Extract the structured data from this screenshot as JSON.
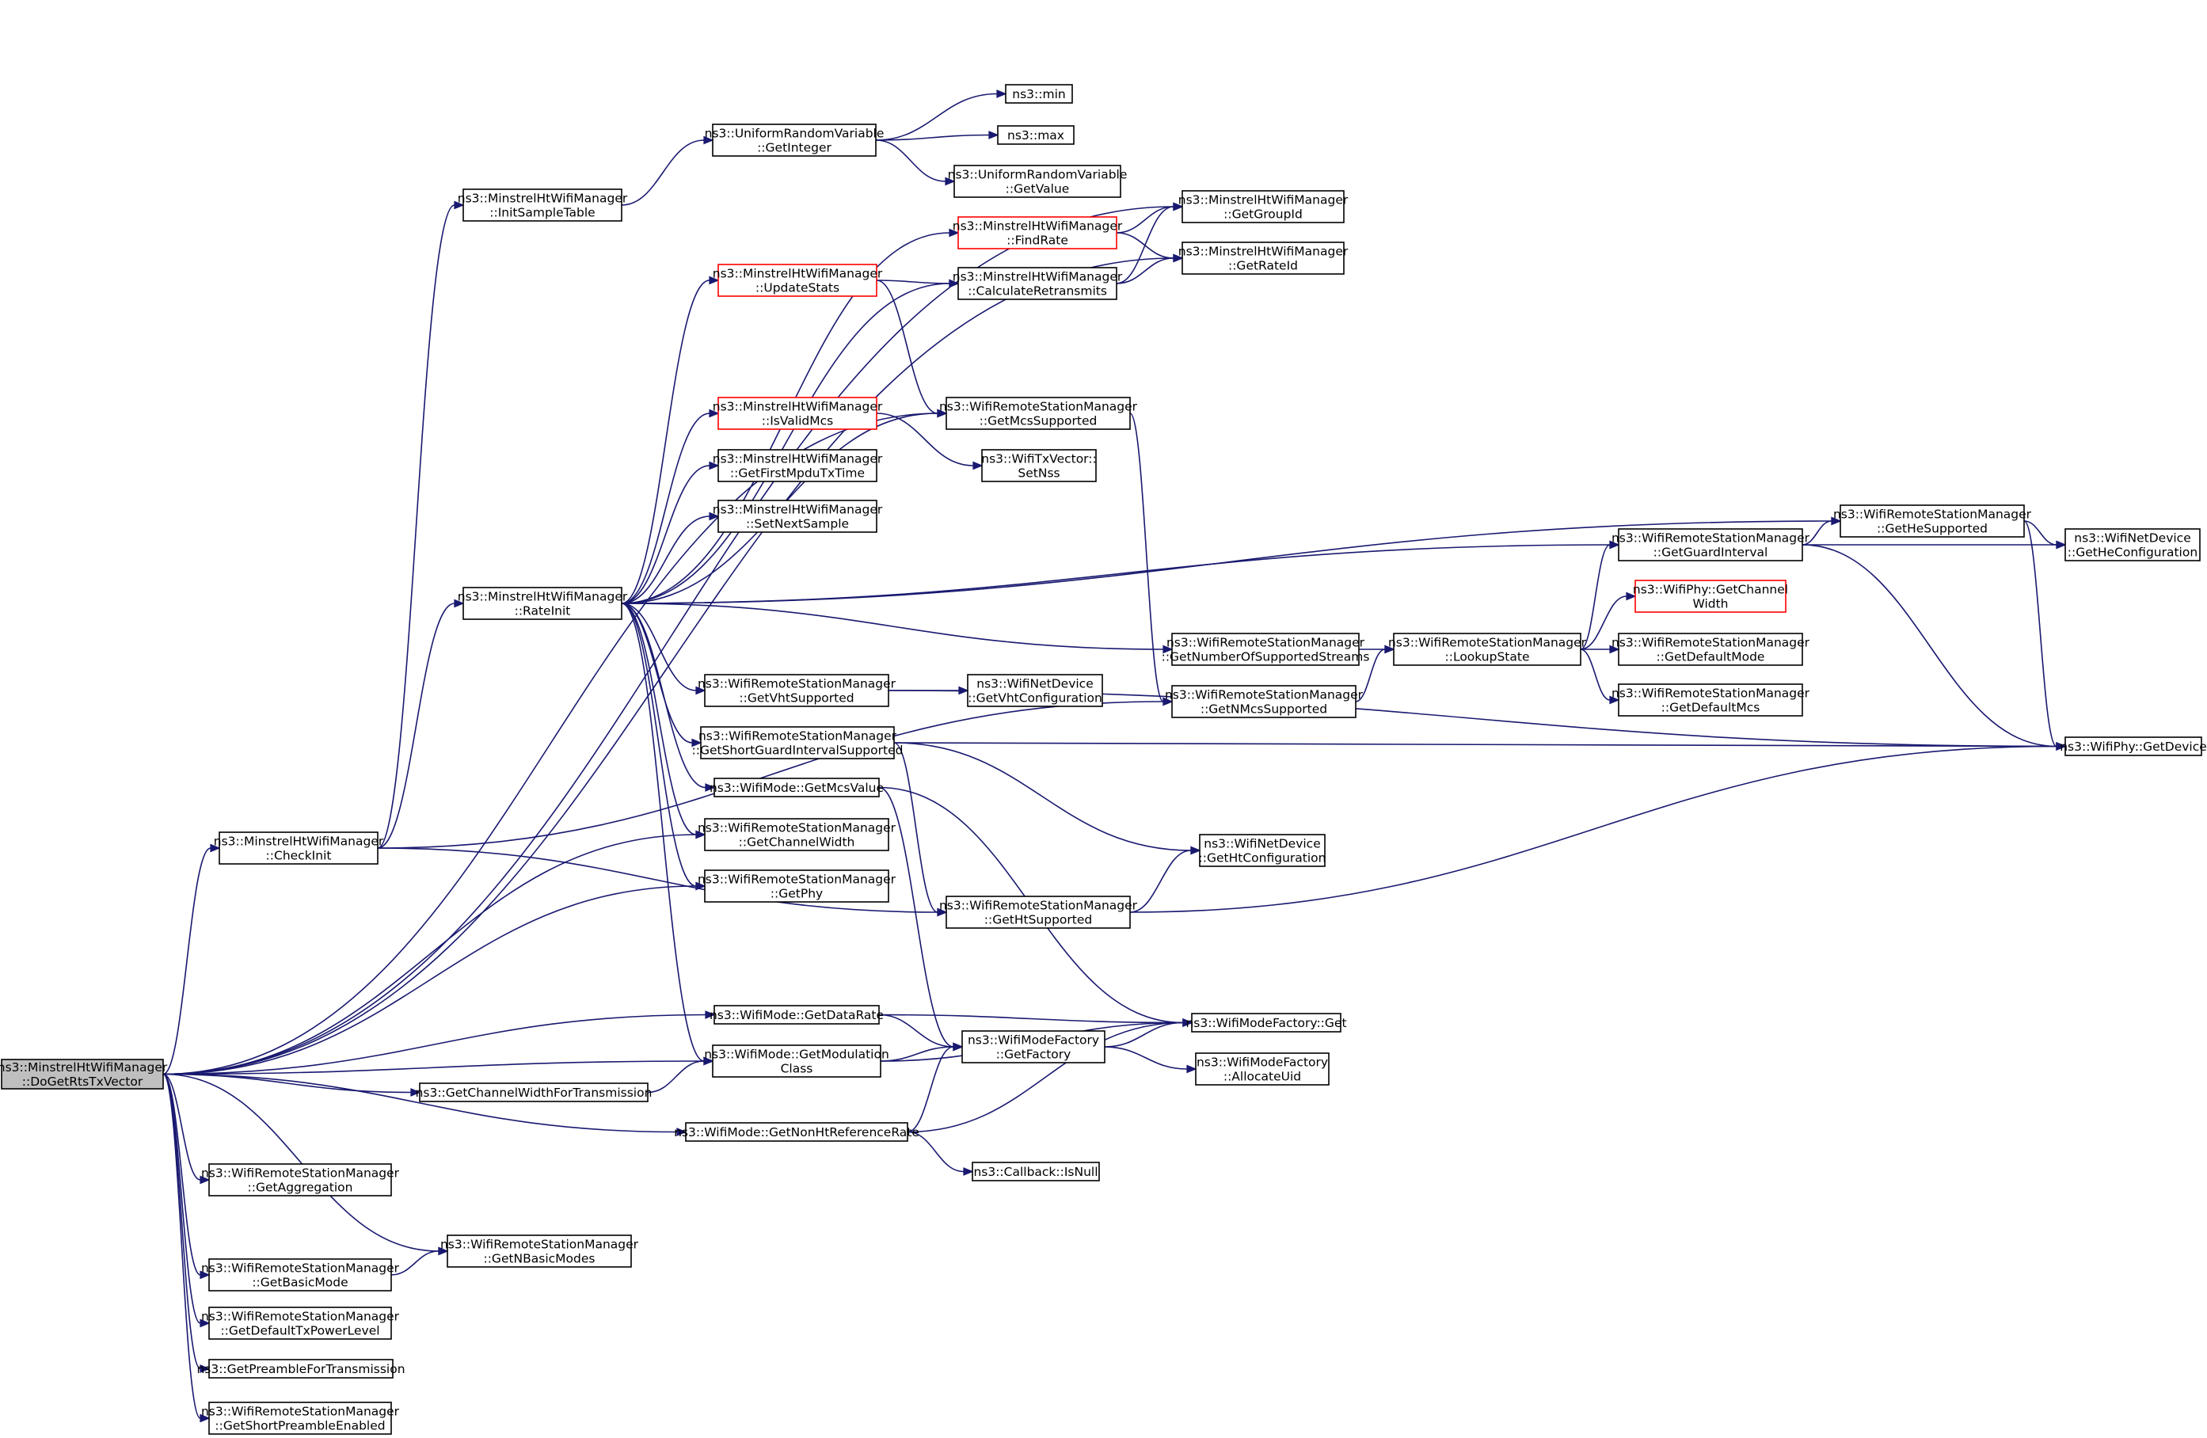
{
  "graph": {
    "root": "root",
    "nodes": [
      {
        "id": "root",
        "lines": [
          "ns3::MinstrelHtWifiManager",
          "::DoGetRtsTxVector"
        ],
        "color": "gray"
      },
      {
        "id": "initSample",
        "lines": [
          "ns3::MinstrelHtWifiManager",
          "::InitSampleTable"
        ],
        "color": "black"
      },
      {
        "id": "rateInit",
        "lines": [
          "ns3::MinstrelHtWifiManager",
          "::RateInit"
        ],
        "color": "black"
      },
      {
        "id": "checkInit",
        "lines": [
          "ns3::MinstrelHtWifiManager",
          "::CheckInit"
        ],
        "color": "black"
      },
      {
        "id": "getAggregation",
        "lines": [
          "ns3::WifiRemoteStationManager",
          "::GetAggregation"
        ],
        "color": "black"
      },
      {
        "id": "getBasicMode",
        "lines": [
          "ns3::WifiRemoteStationManager",
          "::GetBasicMode"
        ],
        "color": "black"
      },
      {
        "id": "getDefaultTxPower",
        "lines": [
          "ns3::WifiRemoteStationManager",
          "::GetDefaultTxPowerLevel"
        ],
        "color": "black"
      },
      {
        "id": "getPreamble",
        "lines": [
          "ns3::GetPreambleForTransmission"
        ],
        "color": "black"
      },
      {
        "id": "getShortPreamble",
        "lines": [
          "ns3::WifiRemoteStationManager",
          "::GetShortPreambleEnabled"
        ],
        "color": "black"
      },
      {
        "id": "getNBasicModes",
        "lines": [
          "ns3::WifiRemoteStationManager",
          "::GetNBasicModes"
        ],
        "color": "black"
      },
      {
        "id": "getChanWidthTx",
        "lines": [
          "ns3::GetChannelWidthForTransmission"
        ],
        "color": "black"
      },
      {
        "id": "uniformGetInteger",
        "lines": [
          "ns3::UniformRandomVariable",
          "::GetInteger"
        ],
        "color": "black"
      },
      {
        "id": "updateStats",
        "lines": [
          "ns3::MinstrelHtWifiManager",
          "::UpdateStats"
        ],
        "color": "red"
      },
      {
        "id": "isValidMcs",
        "lines": [
          "ns3::MinstrelHtWifiManager",
          "::IsValidMcs"
        ],
        "color": "red"
      },
      {
        "id": "getFirstMpdu",
        "lines": [
          "ns3::MinstrelHtWifiManager",
          "::GetFirstMpduTxTime"
        ],
        "color": "black"
      },
      {
        "id": "setNextSample",
        "lines": [
          "ns3::MinstrelHtWifiManager",
          "::SetNextSample"
        ],
        "color": "black"
      },
      {
        "id": "getVhtSupported",
        "lines": [
          "ns3::WifiRemoteStationManager",
          "::GetVhtSupported"
        ],
        "color": "black"
      },
      {
        "id": "getShortGI",
        "lines": [
          "ns3::WifiRemoteStationManager",
          "::GetShortGuardIntervalSupported"
        ],
        "color": "black"
      },
      {
        "id": "getMcsValue",
        "lines": [
          "ns3::WifiMode::GetMcsValue"
        ],
        "color": "black"
      },
      {
        "id": "getChannelWidth",
        "lines": [
          "ns3::WifiRemoteStationManager",
          "::GetChannelWidth"
        ],
        "color": "black"
      },
      {
        "id": "getPhy",
        "lines": [
          "ns3::WifiRemoteStationManager",
          "::GetPhy"
        ],
        "color": "black"
      },
      {
        "id": "getDataRate",
        "lines": [
          "ns3::WifiMode::GetDataRate"
        ],
        "color": "black"
      },
      {
        "id": "getModClass",
        "lines": [
          "ns3::WifiMode::GetModulation",
          "Class"
        ],
        "color": "black"
      },
      {
        "id": "getNonHtRate",
        "lines": [
          "ns3::WifiMode::GetNonHtReferenceRate"
        ],
        "color": "black"
      },
      {
        "id": "nsMin",
        "lines": [
          "ns3::min"
        ],
        "color": "black"
      },
      {
        "id": "nsMax",
        "lines": [
          "ns3::max"
        ],
        "color": "black"
      },
      {
        "id": "uniformGetValue",
        "lines": [
          "ns3::UniformRandomVariable",
          "::GetValue"
        ],
        "color": "black"
      },
      {
        "id": "findRate",
        "lines": [
          "ns3::MinstrelHtWifiManager",
          "::FindRate"
        ],
        "color": "red"
      },
      {
        "id": "calcRetransmits",
        "lines": [
          "ns3::MinstrelHtWifiManager",
          "::CalculateRetransmits"
        ],
        "color": "black"
      },
      {
        "id": "getMcsSupported",
        "lines": [
          "ns3::WifiRemoteStationManager",
          "::GetMcsSupported"
        ],
        "color": "black"
      },
      {
        "id": "setNss",
        "lines": [
          "ns3::WifiTxVector::",
          "SetNss"
        ],
        "color": "black"
      },
      {
        "id": "getVhtConfig",
        "lines": [
          "ns3::WifiNetDevice",
          "::GetVhtConfiguration"
        ],
        "color": "black"
      },
      {
        "id": "getHtSupported",
        "lines": [
          "ns3::WifiRemoteStationManager",
          "::GetHtSupported"
        ],
        "color": "black"
      },
      {
        "id": "wifiModeGetFactory",
        "lines": [
          "ns3::WifiModeFactory",
          "::GetFactory"
        ],
        "color": "black"
      },
      {
        "id": "isNull",
        "lines": [
          "ns3::Callback::IsNull"
        ],
        "color": "black"
      },
      {
        "id": "getGroupId",
        "lines": [
          "ns3::MinstrelHtWifiManager",
          "::GetGroupId"
        ],
        "color": "black"
      },
      {
        "id": "getRateId",
        "lines": [
          "ns3::MinstrelHtWifiManager",
          "::GetRateId"
        ],
        "color": "black"
      },
      {
        "id": "getNumStreams",
        "lines": [
          "ns3::WifiRemoteStationManager",
          "::GetNumberOfSupportedStreams"
        ],
        "color": "black"
      },
      {
        "id": "getNMcsSupported",
        "lines": [
          "ns3::WifiRemoteStationManager",
          "::GetNMcsSupported"
        ],
        "color": "black"
      },
      {
        "id": "getHtConfig",
        "lines": [
          "ns3::WifiNetDevice",
          "::GetHtConfiguration"
        ],
        "color": "black"
      },
      {
        "id": "wifiModeFactoryGet",
        "lines": [
          "ns3::WifiModeFactory::Get"
        ],
        "color": "black"
      },
      {
        "id": "allocateUid",
        "lines": [
          "ns3::WifiModeFactory",
          "::AllocateUid"
        ],
        "color": "black"
      },
      {
        "id": "lookupState",
        "lines": [
          "ns3::WifiRemoteStationManager",
          "::LookupState"
        ],
        "color": "black"
      },
      {
        "id": "getGuardInterval",
        "lines": [
          "ns3::WifiRemoteStationManager",
          "::GetGuardInterval"
        ],
        "color": "black"
      },
      {
        "id": "getChannelWidthPhy",
        "lines": [
          "ns3::WifiPhy::GetChannel",
          "Width"
        ],
        "color": "red"
      },
      {
        "id": "getDefaultMode",
        "lines": [
          "ns3::WifiRemoteStationManager",
          "::GetDefaultMode"
        ],
        "color": "black"
      },
      {
        "id": "getDefaultMcs",
        "lines": [
          "ns3::WifiRemoteStationManager",
          "::GetDefaultMcs"
        ],
        "color": "black"
      },
      {
        "id": "getHeSupported",
        "lines": [
          "ns3::WifiRemoteStationManager",
          "::GetHeSupported"
        ],
        "color": "black"
      },
      {
        "id": "getHeConfig",
        "lines": [
          "ns3::WifiNetDevice",
          "::GetHeConfiguration"
        ],
        "color": "black"
      },
      {
        "id": "phyGetDevice",
        "lines": [
          "ns3::WifiPhy::GetDevice"
        ],
        "color": "black"
      }
    ],
    "edges": [
      [
        "root",
        "getGroupId"
      ],
      [
        "root",
        "getRateId"
      ],
      [
        "root",
        "getMcsSupported"
      ],
      [
        "root",
        "checkInit"
      ],
      [
        "root",
        "getChannelWidth"
      ],
      [
        "root",
        "getPhy"
      ],
      [
        "root",
        "getDataRate"
      ],
      [
        "root",
        "getModClass"
      ],
      [
        "root",
        "getChanWidthTx"
      ],
      [
        "root",
        "getNonHtRate"
      ],
      [
        "root",
        "getAggregation"
      ],
      [
        "root",
        "getNBasicModes"
      ],
      [
        "root",
        "getBasicMode"
      ],
      [
        "root",
        "getDefaultTxPower"
      ],
      [
        "root",
        "getPreamble"
      ],
      [
        "root",
        "getShortPreamble"
      ],
      [
        "checkInit",
        "initSample"
      ],
      [
        "checkInit",
        "rateInit"
      ],
      [
        "checkInit",
        "getNMcsSupported"
      ],
      [
        "checkInit",
        "getHtSupported"
      ],
      [
        "initSample",
        "uniformGetInteger"
      ],
      [
        "uniformGetInteger",
        "nsMin"
      ],
      [
        "uniformGetInteger",
        "nsMax"
      ],
      [
        "uniformGetInteger",
        "uniformGetValue"
      ],
      [
        "rateInit",
        "findRate"
      ],
      [
        "rateInit",
        "calcRetransmits"
      ],
      [
        "rateInit",
        "updateStats"
      ],
      [
        "rateInit",
        "getHeSupported"
      ],
      [
        "rateInit",
        "isValidMcs"
      ],
      [
        "rateInit",
        "getFirstMpdu"
      ],
      [
        "rateInit",
        "setNextSample"
      ],
      [
        "rateInit",
        "getMcsSupported"
      ],
      [
        "rateInit",
        "getGuardInterval"
      ],
      [
        "rateInit",
        "getNumStreams"
      ],
      [
        "rateInit",
        "getVhtSupported"
      ],
      [
        "rateInit",
        "getShortGI"
      ],
      [
        "rateInit",
        "getMcsValue"
      ],
      [
        "rateInit",
        "getChannelWidth"
      ],
      [
        "rateInit",
        "getPhy"
      ],
      [
        "rateInit",
        "getModClass"
      ],
      [
        "findRate",
        "getGroupId"
      ],
      [
        "findRate",
        "getRateId"
      ],
      [
        "calcRetransmits",
        "getGroupId"
      ],
      [
        "calcRetransmits",
        "getRateId"
      ],
      [
        "updateStats",
        "calcRetransmits"
      ],
      [
        "updateStats",
        "getMcsSupported"
      ],
      [
        "isValidMcs",
        "setNss"
      ],
      [
        "getMcsSupported",
        "getNMcsSupported"
      ],
      [
        "getVhtSupported",
        "getVhtConfig"
      ],
      [
        "getVhtSupported",
        "phyGetDevice"
      ],
      [
        "getShortGI",
        "phyGetDevice"
      ],
      [
        "getShortGI",
        "getHtConfig"
      ],
      [
        "getShortGI",
        "getHtSupported"
      ],
      [
        "getMcsValue",
        "wifiModeGetFactory"
      ],
      [
        "getMcsValue",
        "wifiModeFactoryGet"
      ],
      [
        "getHtSupported",
        "getHtConfig"
      ],
      [
        "getHtSupported",
        "phyGetDevice"
      ],
      [
        "getDataRate",
        "wifiModeGetFactory"
      ],
      [
        "getDataRate",
        "wifiModeFactoryGet"
      ],
      [
        "getModClass",
        "wifiModeGetFactory"
      ],
      [
        "getModClass",
        "wifiModeFactoryGet"
      ],
      [
        "getChanWidthTx",
        "getModClass"
      ],
      [
        "getNonHtRate",
        "wifiModeGetFactory"
      ],
      [
        "getNonHtRate",
        "wifiModeFactoryGet"
      ],
      [
        "getNonHtRate",
        "isNull"
      ],
      [
        "wifiModeGetFactory",
        "wifiModeFactoryGet"
      ],
      [
        "wifiModeGetFactory",
        "allocateUid"
      ],
      [
        "getBasicMode",
        "getNBasicModes"
      ],
      [
        "getNumStreams",
        "lookupState"
      ],
      [
        "getNMcsSupported",
        "lookupState"
      ],
      [
        "lookupState",
        "getGuardInterval"
      ],
      [
        "lookupState",
        "getChannelWidthPhy"
      ],
      [
        "lookupState",
        "getDefaultMode"
      ],
      [
        "lookupState",
        "getDefaultMcs"
      ],
      [
        "getGuardInterval",
        "getHeSupported"
      ],
      [
        "getGuardInterval",
        "getHeConfig"
      ],
      [
        "getGuardInterval",
        "phyGetDevice"
      ],
      [
        "getHeSupported",
        "getHeConfig"
      ],
      [
        "getHeSupported",
        "phyGetDevice"
      ]
    ]
  }
}
